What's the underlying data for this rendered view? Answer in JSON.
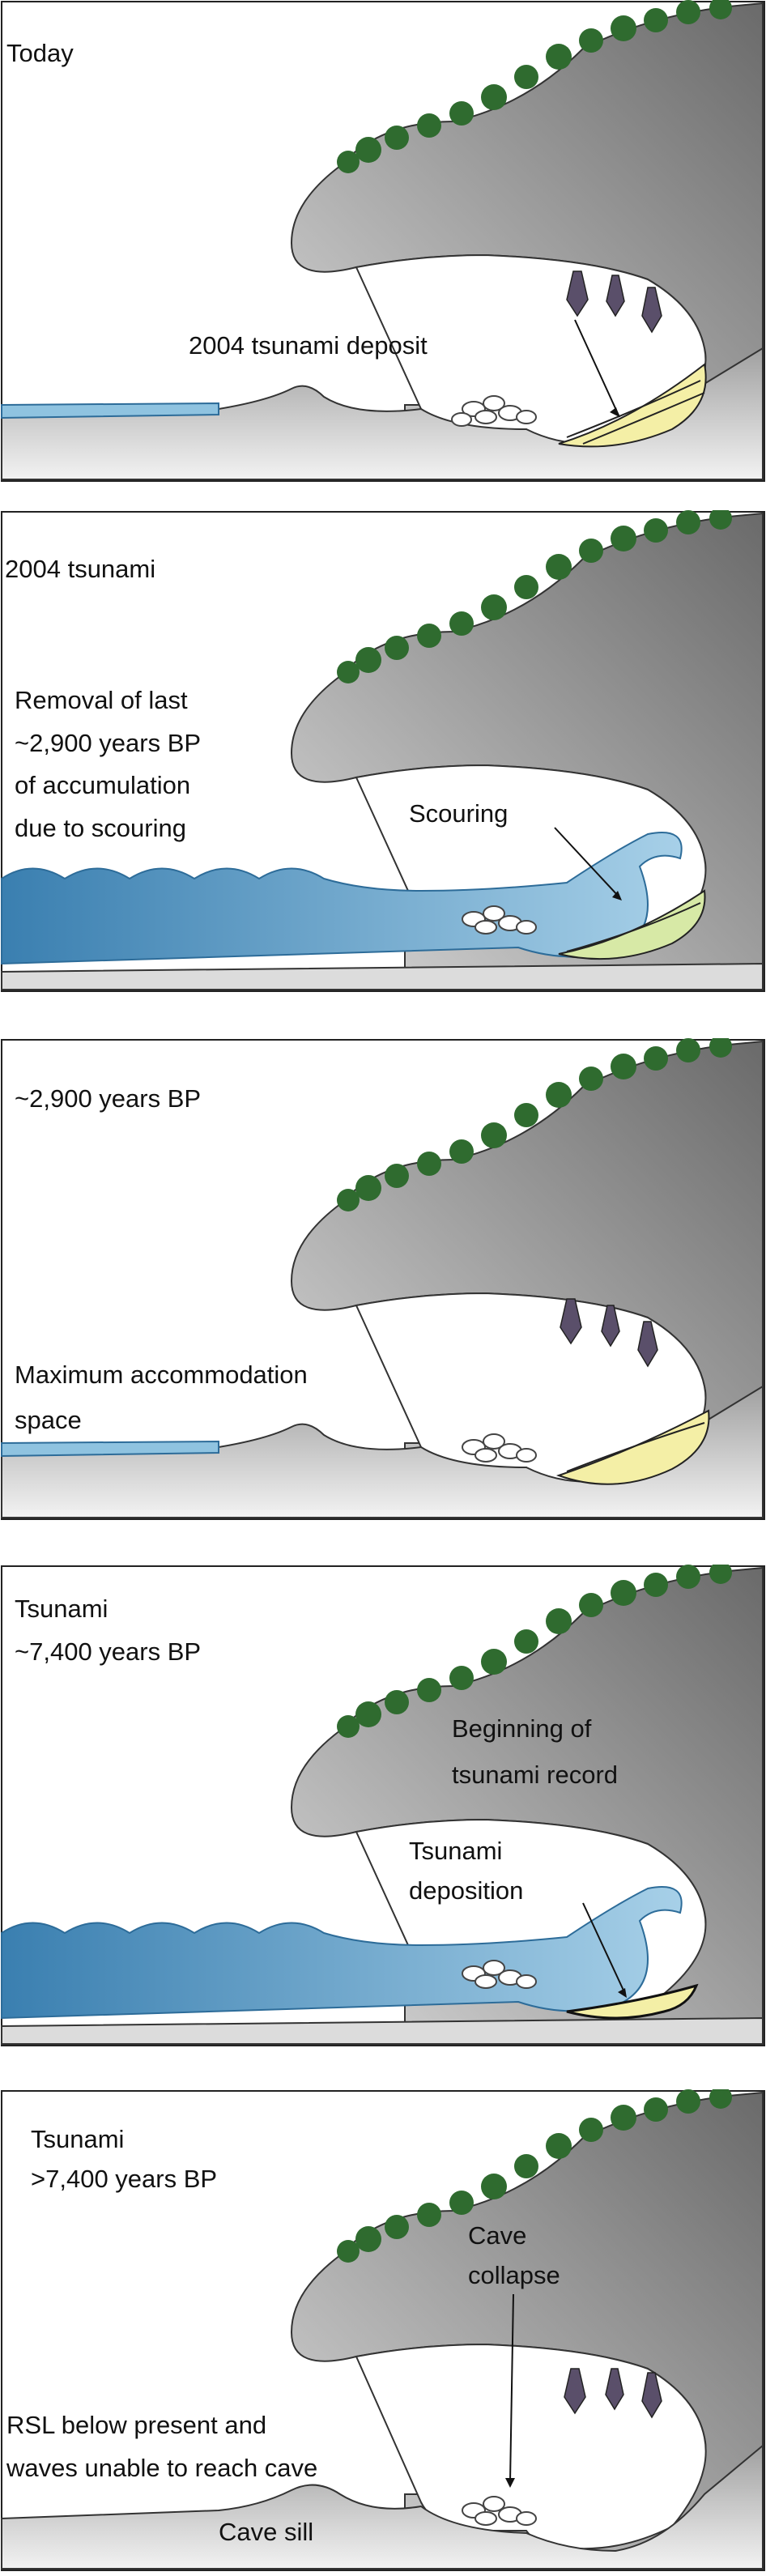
{
  "panels": [
    {
      "id": "today",
      "labels": [
        "Today",
        "2004 tsunami deposit"
      ],
      "sea": "calm",
      "deposit": "yellow",
      "bats": true,
      "eroded": false
    },
    {
      "id": "tsunami-2004",
      "labels": [
        "2004 tsunami",
        "Removal of last",
        "~2,900 years BP",
        "of accumulation",
        "due to scouring",
        "Scouring"
      ],
      "sea": "wave",
      "deposit": "green",
      "bats": false,
      "eroded": false
    },
    {
      "id": "bp-2900",
      "labels": [
        "~2,900 years BP",
        "Maximum accommodation",
        "space"
      ],
      "sea": "calm",
      "deposit": "yellow",
      "bats": true,
      "eroded": false
    },
    {
      "id": "bp-7400",
      "labels": [
        "Tsunami",
        "~7,400 years BP",
        "Beginning of",
        "tsunami record",
        "Tsunami",
        "deposition"
      ],
      "sea": "wave",
      "deposit": "thin",
      "bats": false,
      "eroded": false
    },
    {
      "id": "bp-gt7400",
      "labels": [
        "Tsunami",
        ">7,400 years BP",
        "Cave",
        "collapse",
        "RSL below present and",
        "waves unable to reach cave",
        "Cave sill"
      ],
      "sea": "none",
      "deposit": "none",
      "bats": true,
      "eroded": true
    }
  ],
  "colors": {
    "rock_dark": "#6f6f6f",
    "rock_light": "#dcdcdc",
    "ground_light": "#e6e6e6",
    "ground_dark": "#9a9a9a",
    "water_dark": "#3a7fb0",
    "water_light": "#9cc8e2",
    "deposit_yellow": "#f4efa6",
    "deposit_green": "#d7e9a6",
    "tree": "#2f6b2f",
    "bat": "#5a4f6a"
  }
}
